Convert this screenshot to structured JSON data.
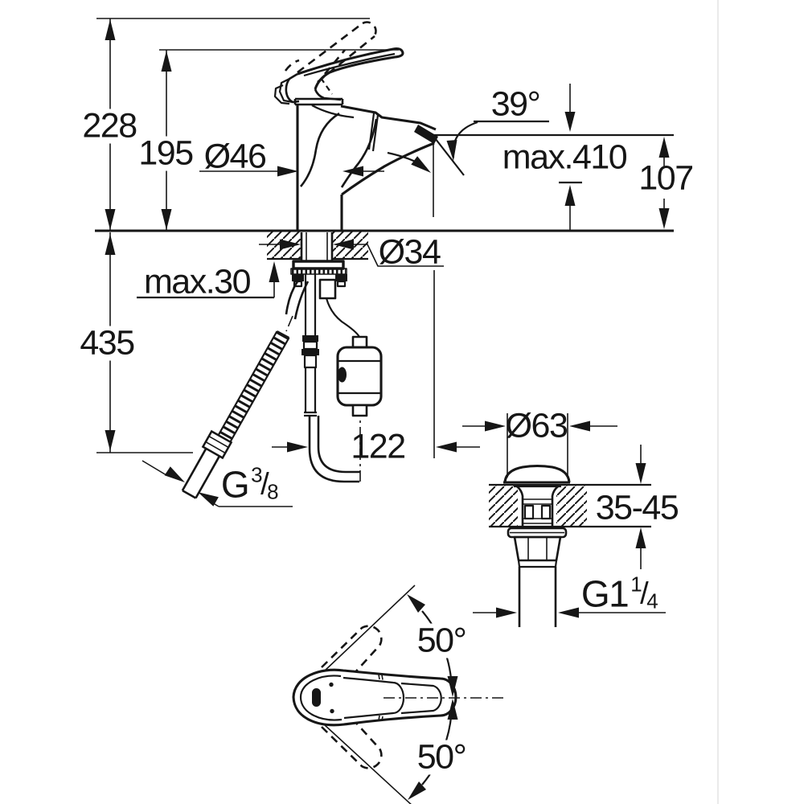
{
  "diagram": {
    "kind": "faucet installation technical drawing",
    "line_color": "#161616",
    "background_color": "#ffffff"
  },
  "side_view": {
    "overall_height": "228",
    "height_to_lever": "195",
    "body_diameter": "Ø46",
    "spout_angle": "39°",
    "max_reach": "max.410",
    "spout_height": "107",
    "shank_diameter": "Ø34",
    "max_deck_thickness": "max.30",
    "below_deck_length": "435",
    "hose_offset": "122",
    "supply_thread": {
      "prefix": "G",
      "numerator": "3",
      "denominator": "8"
    }
  },
  "drain_view": {
    "flange_diameter": "Ø63",
    "deck_thickness_range": "35-45",
    "thread": {
      "prefix": "G1",
      "numerator": "1",
      "denominator": "4"
    }
  },
  "top_view": {
    "handle_swing_upper": "50°",
    "handle_swing_lower": "50°"
  }
}
